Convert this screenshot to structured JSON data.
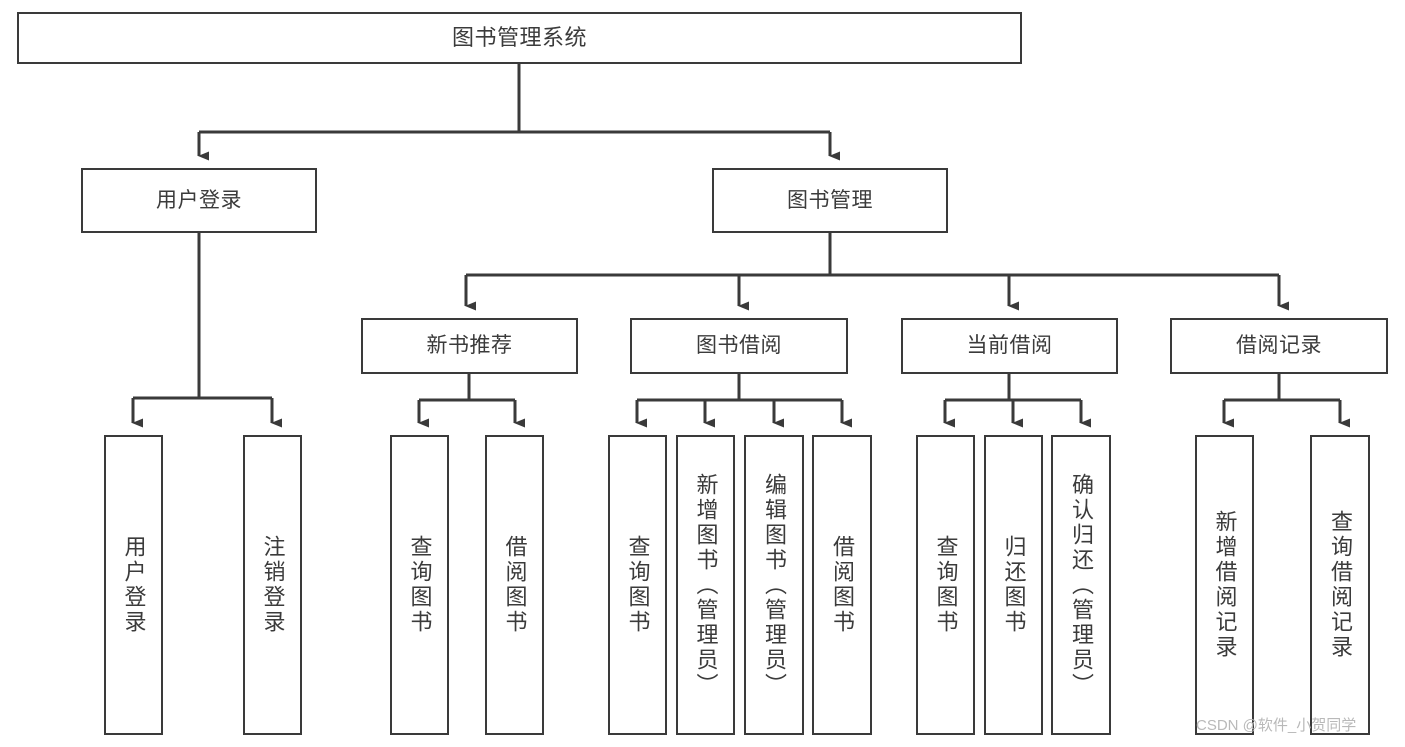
{
  "diagram": {
    "title": "图书管理系统",
    "type": "tree-structure-chart",
    "watermark": "CSDN @软件_小贺同学",
    "stroke_color": "#3a3a3a",
    "text_color": "#3b3b3b",
    "background_color": "#ffffff"
  },
  "nodes": {
    "root": {
      "label": "图书管理系统"
    },
    "level1": [
      {
        "label": "用户登录"
      },
      {
        "label": "图书管理"
      }
    ],
    "level2": [
      {
        "label": "新书推荐"
      },
      {
        "label": "图书借阅"
      },
      {
        "label": "当前借阅"
      },
      {
        "label": "借阅记录"
      }
    ],
    "leaves_user_login": [
      {
        "label": "用户登录"
      },
      {
        "label": "注销登录"
      }
    ],
    "leaves_new_book": [
      {
        "label": "查询图书"
      },
      {
        "label": "借阅图书"
      }
    ],
    "leaves_borrow": [
      {
        "label": "查询图书"
      },
      {
        "label": "新增图书（管理员）"
      },
      {
        "label": "编辑图书（管理员）"
      },
      {
        "label": "借阅图书"
      }
    ],
    "leaves_current": [
      {
        "label": "查询图书"
      },
      {
        "label": "归还图书"
      },
      {
        "label": "确认归还（管理员）"
      }
    ],
    "leaves_record": [
      {
        "label": "新增借阅记录"
      },
      {
        "label": "查询借阅记录"
      }
    ]
  }
}
